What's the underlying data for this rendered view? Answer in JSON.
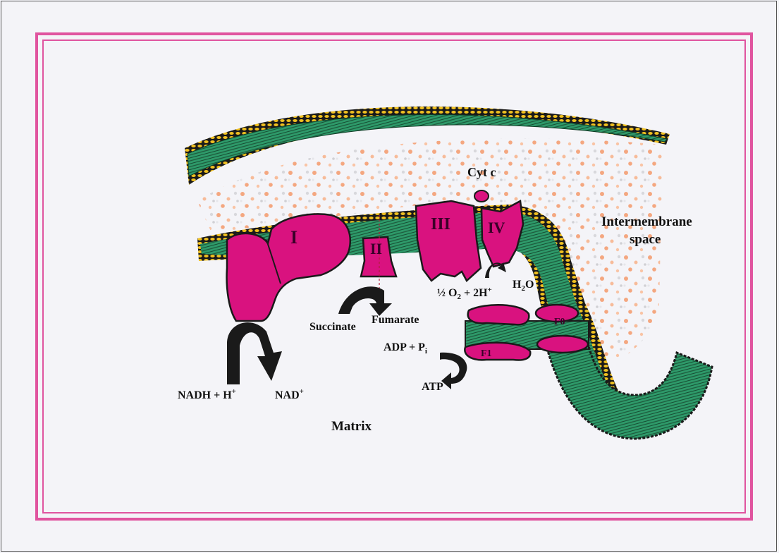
{
  "colors": {
    "membrane": "#2e9a6a",
    "membrane_dark": "#1d5a3c",
    "complex": "#d9127f",
    "dots": "#f0c020",
    "intermembrane_speckle": "#f4a780",
    "frame": "#e0549f",
    "background": "#f4f4f8"
  },
  "complexes": {
    "c1": "I",
    "c2": "II",
    "c3": "III",
    "c4": "IV",
    "f0": "F0",
    "f1": "F1"
  },
  "labels": {
    "cyt_c": "Cyt c",
    "intermembrane_1": "Intermembrane",
    "intermembrane_2": "space",
    "matrix": "Matrix",
    "succinate": "Succinate",
    "fumarate": "Fumarate",
    "nadh": "NADH + H",
    "nadh_sup": "+",
    "nad": "NAD",
    "nad_sup": "+",
    "o2_a": "½ O",
    "o2_sub": "2",
    "o2_b": " + 2H",
    "o2_sup": "+",
    "h2o_a": "H",
    "h2o_sub": "2",
    "h2o_b": "O",
    "adp": "ADP + P",
    "adp_sub": "i",
    "atp": "ATP"
  }
}
